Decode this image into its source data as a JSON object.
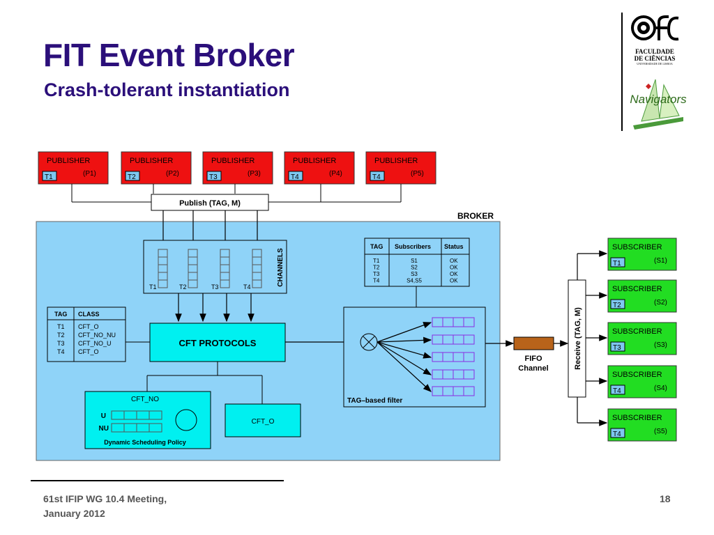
{
  "slide": {
    "title": "FIT Event Broker",
    "subtitle": "Crash-tolerant instantiation",
    "footer_left_line1": "61st IFIP WG 10.4 Meeting,",
    "footer_left_line2": "January 2012",
    "page_number": "18"
  },
  "logos": {
    "fc_line1": "FACULDADE",
    "fc_line2": "DE CIÊNCIAS",
    "fc_line3": "UNIVERSIDADE DE LISBOA",
    "navigators": "Navigators"
  },
  "diagram": {
    "publishers": [
      {
        "label": "PUBLISHER",
        "tag": "T1",
        "id": "(P1)"
      },
      {
        "label": "PUBLISHER",
        "tag": "T2",
        "id": "(P2)"
      },
      {
        "label": "PUBLISHER",
        "tag": "T3",
        "id": "(P3)"
      },
      {
        "label": "PUBLISHER",
        "tag": "T4",
        "id": "(P4)"
      },
      {
        "label": "PUBLISHER",
        "tag": "T4",
        "id": "(P5)"
      }
    ],
    "publish_op": "Publish (TAG, M)",
    "broker_label": "BROKER",
    "channels_label": "CHANNELS",
    "channel_tags": [
      "T1",
      "T2",
      "T3",
      "T4"
    ],
    "sub_table": {
      "headers": [
        "TAG",
        "Subscribers",
        "Status"
      ],
      "rows": [
        [
          "T1",
          "S1",
          "OK"
        ],
        [
          "T2",
          "S2",
          "OK"
        ],
        [
          "T3",
          "S3",
          "OK"
        ],
        [
          "T4",
          "S4,S5",
          "OK"
        ]
      ]
    },
    "class_table": {
      "headers": [
        "TAG",
        "CLASS"
      ],
      "rows": [
        [
          "T1",
          "CFT_O"
        ],
        [
          "T2",
          "CFT_NO_NU"
        ],
        [
          "T3",
          "CFT_NO_U"
        ],
        [
          "T4",
          "CFT_O"
        ]
      ]
    },
    "cft_protocols": "CFT PROTOCOLS",
    "cft_no": {
      "title": "CFT_NO",
      "u": "U",
      "nu": "NU",
      "policy": "Dynamic Scheduling Policy"
    },
    "cft_o": "CFT_O",
    "tag_filter": "TAG–based filter",
    "fifo_line1": "FIFO",
    "fifo_line2": "Channel",
    "receive_op": "Receive (TAG, M)",
    "subscribers": [
      {
        "label": "SUBSCRIBER",
        "tag": "T1",
        "id": "(S1)"
      },
      {
        "label": "SUBSCRIBER",
        "tag": "T2",
        "id": "(S2)"
      },
      {
        "label": "SUBSCRIBER",
        "tag": "T3",
        "id": "(S3)"
      },
      {
        "label": "SUBSCRIBER",
        "tag": "T4",
        "id": "(S4)"
      },
      {
        "label": "SUBSCRIBER",
        "tag": "T4",
        "id": "(S5)"
      }
    ],
    "colors": {
      "publisher": "#ee1111",
      "subscriber": "#22dd22",
      "broker": "#8fd3f8",
      "cyan_box": "#00f0f0",
      "fifo": "#b8631a",
      "tag_box": "#7ec8f0",
      "queue": "#8a2be2"
    }
  }
}
